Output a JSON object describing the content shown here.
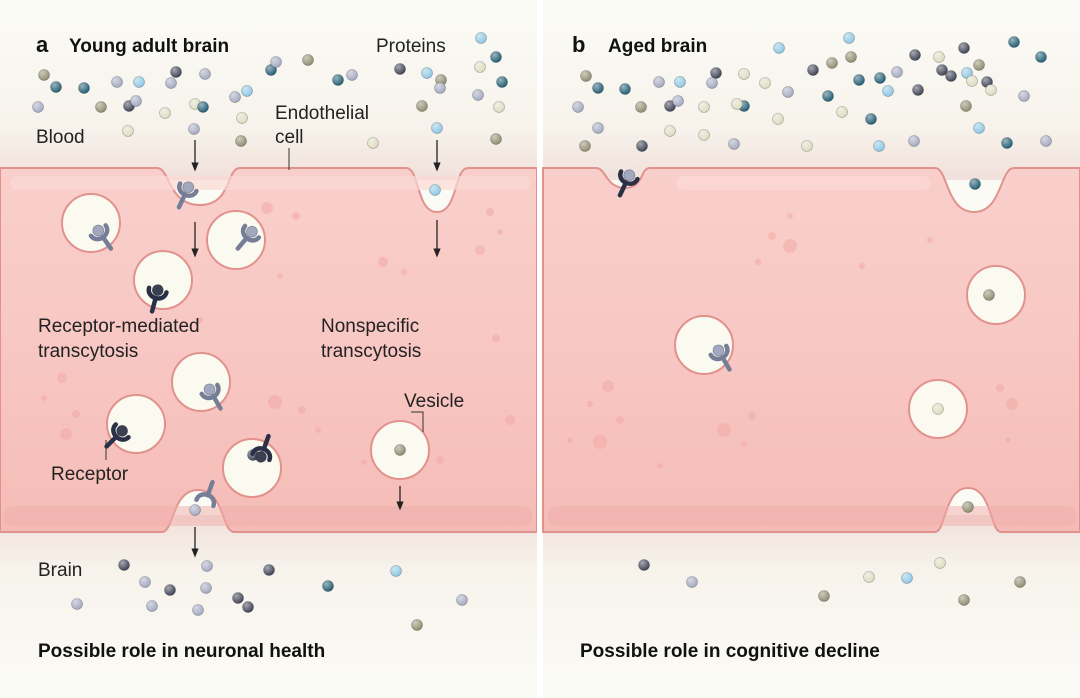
{
  "panel_a": {
    "letter": "a",
    "title": "Young adult brain",
    "labels": {
      "proteins": "Proteins",
      "endothelial": "Endothelial",
      "cell": "cell",
      "blood": "Blood",
      "receptor_mediated_1": "Receptor-mediated",
      "receptor_mediated_2": "transcytosis",
      "nonspecific_1": "Nonspecific",
      "nonspecific_2": "transcytosis",
      "vesicle": "Vesicle",
      "receptor": "Receptor",
      "brain": "Brain"
    },
    "caption": "Possible role in neuronal health"
  },
  "panel_b": {
    "letter": "b",
    "title": "Aged brain",
    "caption": "Possible role in cognitive decline"
  },
  "colors": {
    "protein_dark_teal": "#1d5a72",
    "protein_light_blue": "#8cc6e3",
    "protein_olive": "#8f8b6d",
    "protein_gray_blue": "#a2a8c0",
    "protein_navy": "#3a3f52",
    "protein_cream": "#dcdcc0",
    "cell_fill": "#f8c9c5",
    "cell_edge": "#e2928d",
    "vesicle_fill": "#fafaf0",
    "receptor_dark": "#2a3045",
    "receptor_light": "#767e97"
  }
}
